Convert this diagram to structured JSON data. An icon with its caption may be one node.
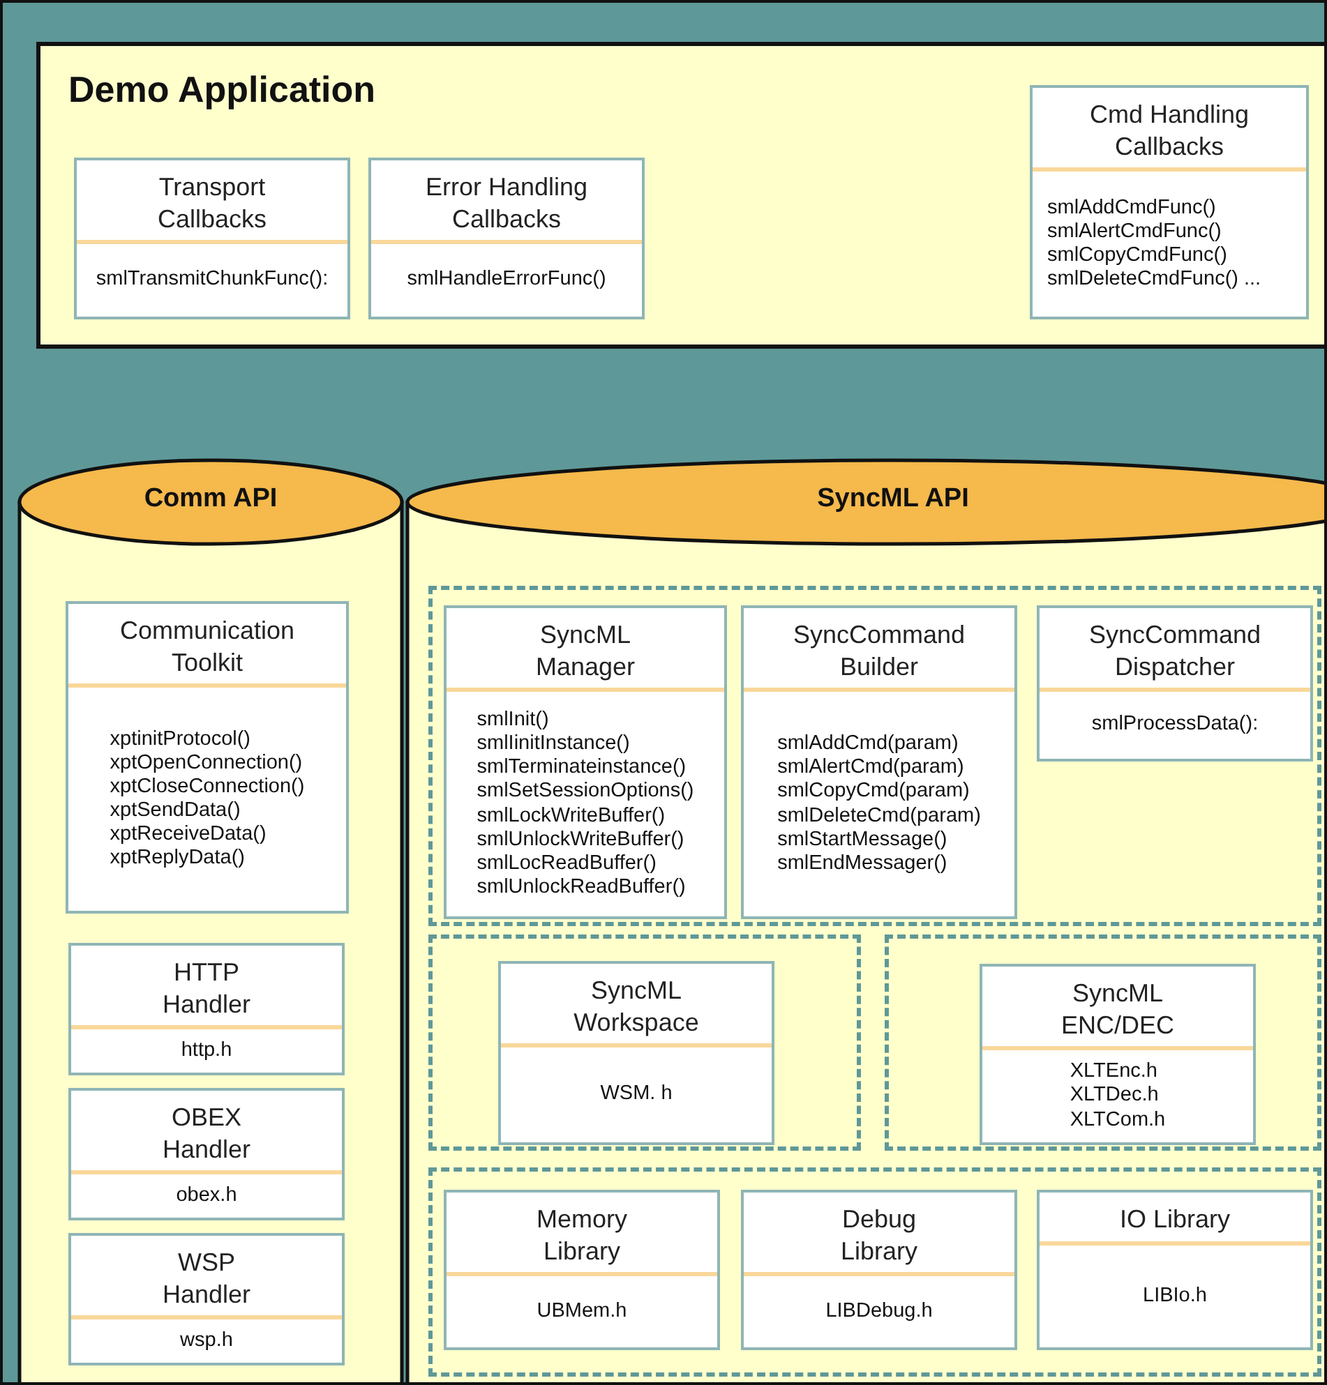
{
  "diagram": {
    "nodes": [
      {
        "text": [
          "Demo Application"
        ]
      },
      {
        "text": [
          "Transport Callbacks",
          "smlTransmitChunkFunc():"
        ],
        "in": 0
      },
      {
        "text": [
          "Error Handling Callbacks",
          "smlHandleErrorFunc()"
        ],
        "in": 0
      },
      {
        "text": [
          "Cmd Handling Callbacks",
          "smlAddCmdFunc() smlAlertCmdFunc() smlCopyCmdFunc() smlDeleteCmdFunc() ..."
        ],
        "in": 0
      },
      {
        "text": [
          "Comm API"
        ]
      },
      {
        "text": [
          "Communication Toolkit",
          "xptinitProtocol() xptOpenConnection() xptCloseConnection() xptSendData() xptReceiveData() xptReplyData()"
        ],
        "in": 4
      },
      {
        "text": [
          "HTTP Handler",
          "http.h"
        ],
        "in": 4
      },
      {
        "text": [
          "OBEX Handler",
          "obex.h"
        ],
        "in": 4
      },
      {
        "text": [
          "WSP Handler",
          "wsp.h"
        ],
        "in": 4
      },
      {
        "text": [
          "SyncML API"
        ]
      },
      {
        "text": [],
        "shape": "box",
        "in": 9
      },
      {
        "text": [
          "SyncML Manager",
          "smlInit() smlIinitInstance() smlTerminateinstance() smlSetSessionOptions() smlLockWriteBuffer() smlUnlockWriteBuffer() smlLocReadBuffer() smlUnlockReadBuffer()"
        ],
        "in": 10
      },
      {
        "text": [
          "SyncCommand Builder",
          "smlAddCmd(param) smlAlertCmd(param) smlCopyCmd(param) smlDeleteCmd(param) smlStartMessage() smlEndMessager()"
        ],
        "in": 10
      },
      {
        "text": [
          "SyncCommand Dispatcher",
          "smlProcessData():"
        ],
        "in": 10
      },
      {
        "text": [],
        "shape": "box",
        "in": 9
      },
      {
        "text": [
          "SyncML Workspace",
          "WSM. h"
        ],
        "in": 14
      },
      {
        "text": [],
        "shape": "box",
        "in": 9
      },
      {
        "text": [
          "SyncML ENC/DEC",
          "XLTEnc.h XLTDec.h XLTCom.h"
        ],
        "in": 16
      },
      {
        "text": [],
        "shape": "box",
        "in": 9
      },
      {
        "text": [
          "Memory Library",
          "UBMem.h"
        ],
        "in": 18
      },
      {
        "text": [
          "Debug Library",
          "LIBDebug.h"
        ],
        "in": 18
      },
      {
        "text": [
          "IO Library",
          "LIBIo.h"
        ],
        "in": 18
      }
    ]
  }
}
